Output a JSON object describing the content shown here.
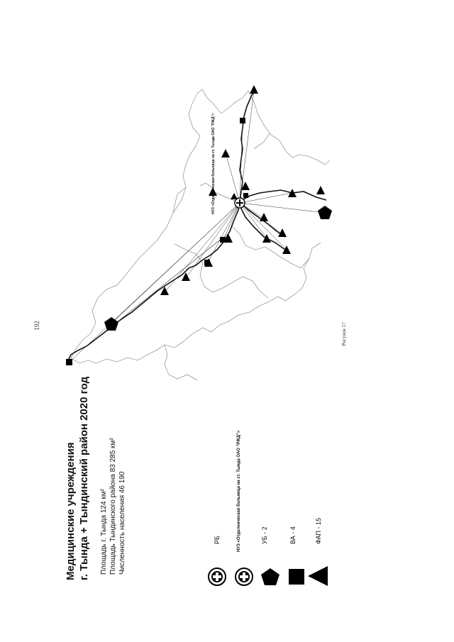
{
  "page": {
    "number": "192",
    "caption": "Рисунок 17"
  },
  "title": {
    "line1": "Медицинские учреждения",
    "line2": "г. Тында + Тындинский район 2020 год"
  },
  "stats": {
    "line1": "Площадь г. Тында 124 км²",
    "line2": "Площадь Тындинского района 83 285 км²",
    "line3": "Численность населения 46 190"
  },
  "legend": {
    "items": [
      {
        "icon": "cross-circle-icon",
        "label": "РБ"
      },
      {
        "icon": "cross-circle-icon",
        "label": "НУЗ «Отделенческая больница на ст. Тында ОАО \"РЖД\"»"
      },
      {
        "icon": "pentagon-icon",
        "label": "УБ - 2"
      },
      {
        "icon": "square-icon",
        "label": "ВА - 4"
      },
      {
        "icon": "triangle-icon",
        "label": "ФАП - 15"
      }
    ]
  },
  "map": {
    "callout": "НУЗ «Отделенческая больница на ст. Тында ОАО \"РЖД\"»",
    "colors": {
      "border": "#9a9a9a",
      "road": "#111111",
      "link": "#333333",
      "marker": "#000000"
    }
  }
}
